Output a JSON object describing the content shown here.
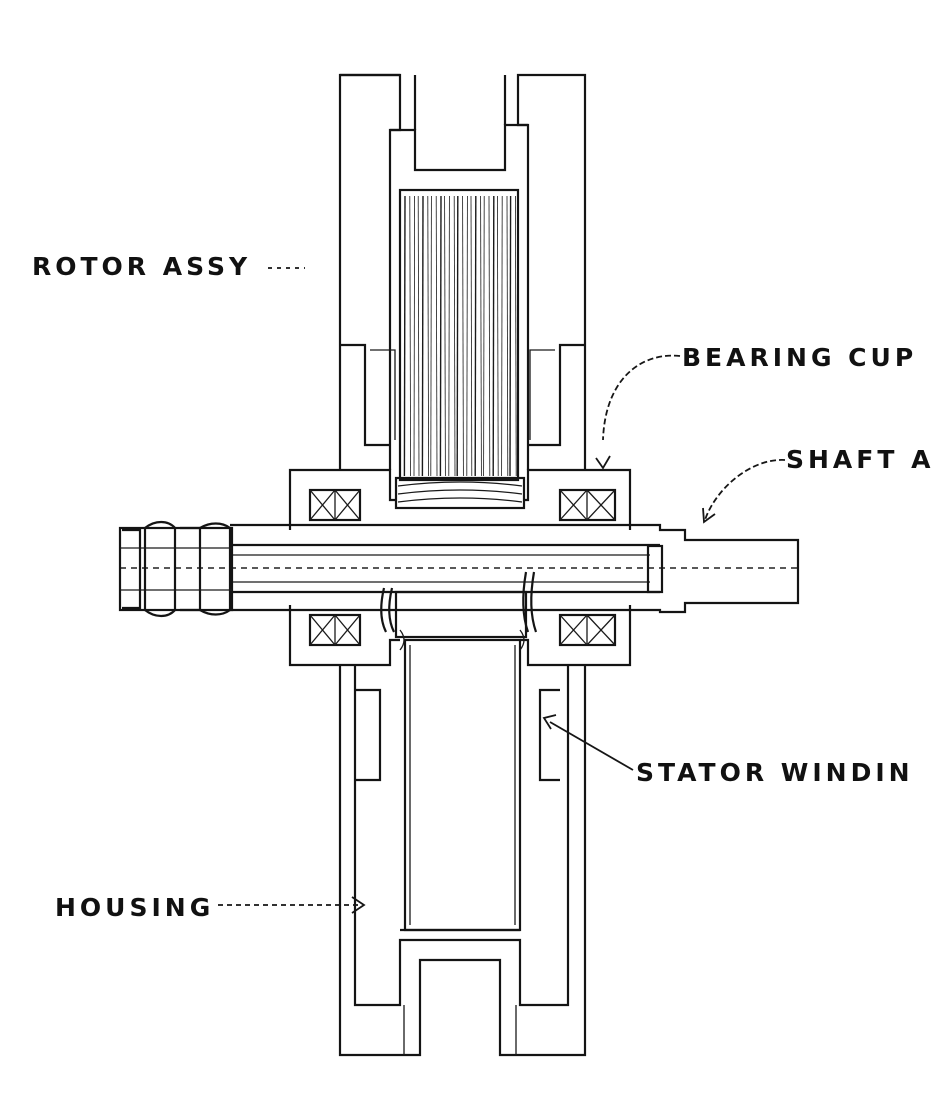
{
  "labels": {
    "rotor_assy": "ROTOR ASSY",
    "bearing_cup": "BEARING CUP",
    "shaft": "SHAFT A",
    "stator_winding": "STATOR WINDIN",
    "housing": "HOUSING"
  },
  "colors": {
    "line": "#141414",
    "background": "#ffffff"
  }
}
